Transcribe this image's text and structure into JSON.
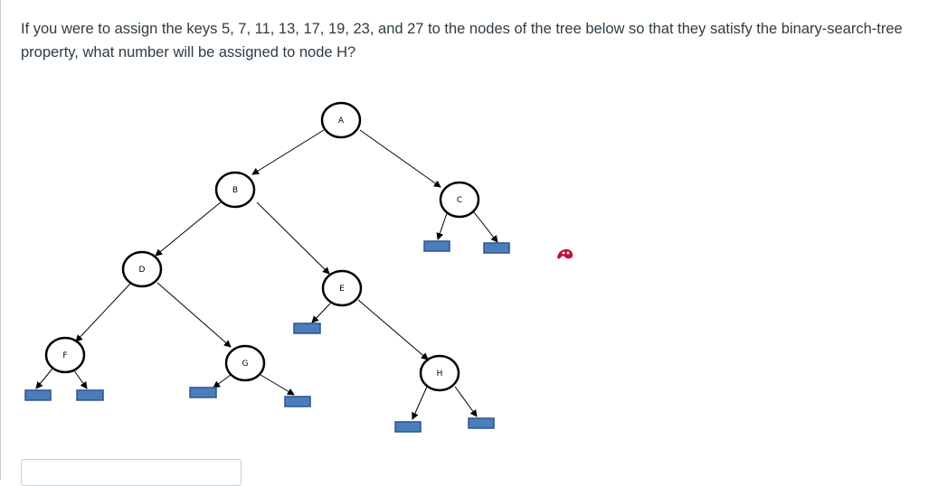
{
  "question": {
    "text": "If you were to assign the keys 5, 7, 11, 13, 17, 19, 23, and 27 to the nodes of the tree below so that they satisfy the binary-search-tree property, what number will be assigned to node H?"
  },
  "tree": {
    "nodes": [
      {
        "id": "A",
        "label": "A"
      },
      {
        "id": "B",
        "label": "B"
      },
      {
        "id": "C",
        "label": "C"
      },
      {
        "id": "D",
        "label": "D"
      },
      {
        "id": "E",
        "label": "E"
      },
      {
        "id": "F",
        "label": "F"
      },
      {
        "id": "G",
        "label": "G"
      },
      {
        "id": "H",
        "label": "H"
      }
    ],
    "edges": [
      [
        "A",
        "B"
      ],
      [
        "A",
        "C"
      ],
      [
        "B",
        "D"
      ],
      [
        "B",
        "E"
      ],
      [
        "D",
        "F"
      ],
      [
        "D",
        "G"
      ],
      [
        "E",
        "H"
      ]
    ],
    "null_leaf_color": "#4a7ebb",
    "null_leaf_border": "#2f528f"
  },
  "answer": {
    "value": ""
  },
  "icons": {
    "annotation": "annotation-face-icon",
    "annotation_color": "#c0143c"
  }
}
